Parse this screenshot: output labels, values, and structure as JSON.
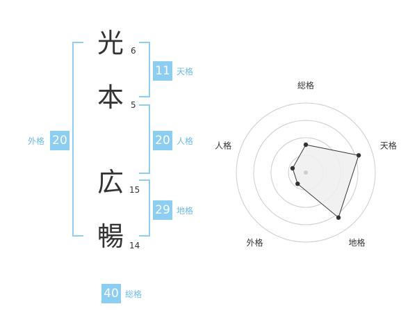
{
  "name": {
    "chars": [
      {
        "char": "光",
        "strokes": "6"
      },
      {
        "char": "本",
        "strokes": "5"
      },
      {
        "char": "広",
        "strokes": "15"
      },
      {
        "char": "暢",
        "strokes": "14"
      }
    ]
  },
  "fortunes": {
    "tenkaku": {
      "value": "11",
      "label": "天格"
    },
    "jinkaku": {
      "value": "20",
      "label": "人格"
    },
    "chikaku": {
      "value": "29",
      "label": "地格"
    },
    "gaikaku": {
      "value": "20",
      "label": "外格"
    },
    "soukaku": {
      "value": "40",
      "label": "総格"
    }
  },
  "chart_data": {
    "type": "radar",
    "axes": [
      "総格",
      "天格",
      "地格",
      "外格",
      "人格"
    ],
    "values": [
      2,
      4,
      4,
      1,
      1
    ],
    "range": [
      0,
      5
    ],
    "rings": 4,
    "colors": {
      "fill": "#eeeeee",
      "line": "#333333",
      "point": "#333333",
      "grid": "#cccccc",
      "center": "#cccccc"
    }
  },
  "colors": {
    "accent": "#8ccdf2",
    "accent_text": "#6cbbe8"
  }
}
